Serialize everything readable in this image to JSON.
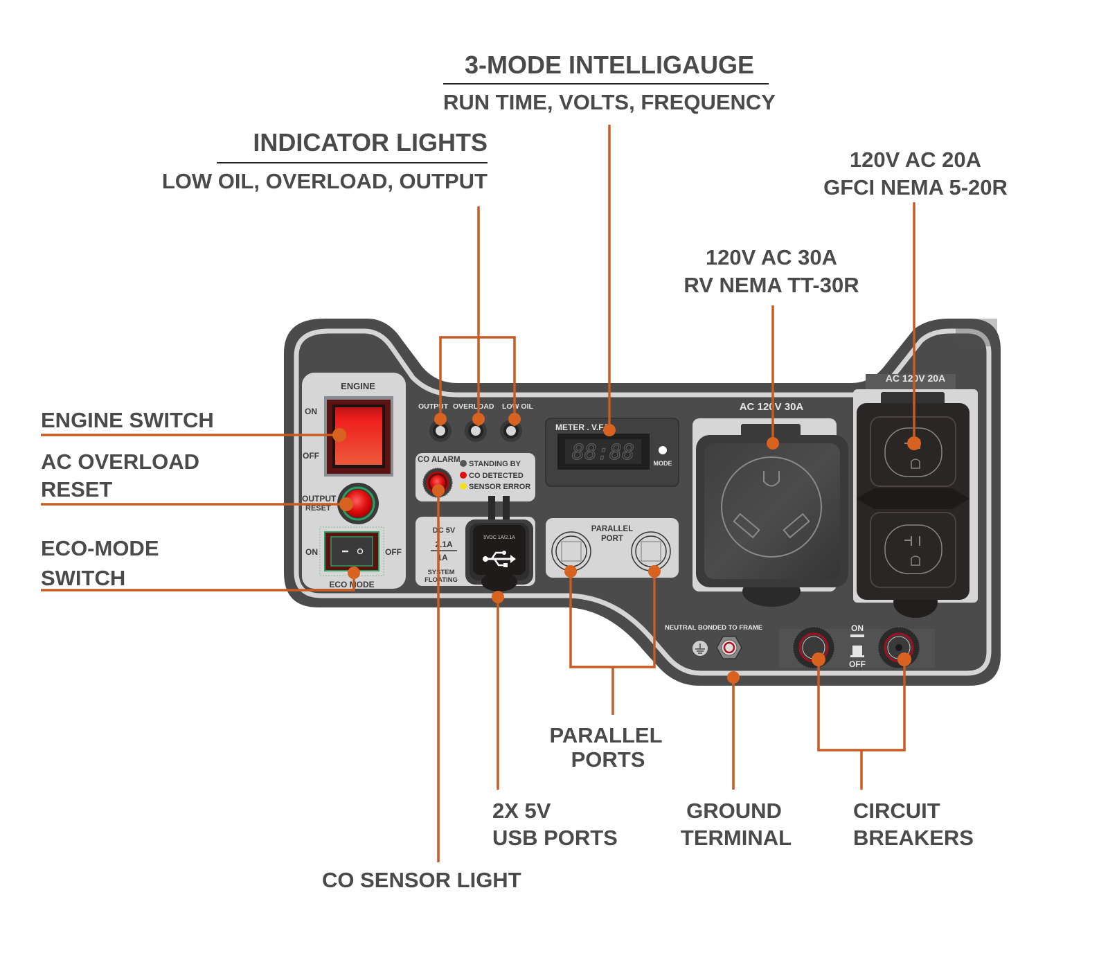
{
  "colors": {
    "accent": "#c85a24",
    "panel_dark": "#4b4b4b",
    "panel_light": "#d6d6d6",
    "text": "#4a4a4a",
    "switch_red": "#e8321e",
    "led_red": "#e01010",
    "led_yellow": "#f2e018",
    "led_grey": "#555555"
  },
  "callouts": {
    "intelligauge": {
      "title": "3-MODE INTELLIGAUGE",
      "subtitle": "RUN TIME, VOLTS, FREQUENCY"
    },
    "indicator_lights": {
      "title": "INDICATOR LIGHTS",
      "subtitle": "LOW OIL, OVERLOAD, OUTPUT"
    },
    "gfci_outlet": {
      "line1": "120V AC 20A",
      "line2": "GFCI NEMA 5-20R"
    },
    "rv_outlet": {
      "line1": "120V AC 30A",
      "line2": "RV NEMA TT-30R"
    },
    "engine_switch": {
      "line1": "ENGINE SWITCH"
    },
    "ac_overload_reset": {
      "line1": "AC OVERLOAD",
      "line2": "RESET"
    },
    "eco_mode_switch": {
      "line1": "ECO-MODE",
      "line2": "SWITCH"
    },
    "parallel_ports": {
      "line1": "PARALLEL",
      "line2": "PORTS"
    },
    "usb_ports": {
      "line1": "2X 5V",
      "line2": "USB PORTS"
    },
    "ground_terminal": {
      "line1": "GROUND",
      "line2": "TERMINAL"
    },
    "circuit_breakers": {
      "line1": "CIRCUIT",
      "line2": "BREAKERS"
    },
    "co_sensor_light": {
      "line1": "CO SENSOR LIGHT"
    }
  },
  "panel": {
    "engine": {
      "title": "ENGINE",
      "on": "ON",
      "off": "OFF"
    },
    "output_reset": {
      "line1": "OUTPUT",
      "line2": "RESET"
    },
    "eco": {
      "title": "ECO MODE",
      "on": "ON",
      "off": "OFF"
    },
    "indicators": [
      "OUTPUT",
      "OVERLOAD",
      "LOW OIL"
    ],
    "co_alarm": {
      "title": "CO ALARM",
      "states": [
        {
          "label": "STANDING BY",
          "color": "#555555"
        },
        {
          "label": "CO DETECTED",
          "color": "#e01010"
        },
        {
          "label": "SENSOR ERROR",
          "color": "#f2e018"
        }
      ]
    },
    "meter": {
      "title": "METER . V.F.T",
      "display": "88:88",
      "mode": "MODE"
    },
    "usb": {
      "dc": "DC 5V",
      "amp1": "2.1A",
      "amp2": "1A",
      "system1": "SYSTEM",
      "system2": "FLOATING",
      "cover_text": "5VDC 1A/2.1A"
    },
    "parallel": {
      "line1": "PARALLEL",
      "line2": "PORT"
    },
    "rv": {
      "title": "AC 120V 30A"
    },
    "gfci": {
      "title": "AC 120V 20A"
    },
    "neutral": "NEUTRAL BONDED TO FRAME",
    "breaker": {
      "on": "ON",
      "off": "OFF"
    }
  }
}
